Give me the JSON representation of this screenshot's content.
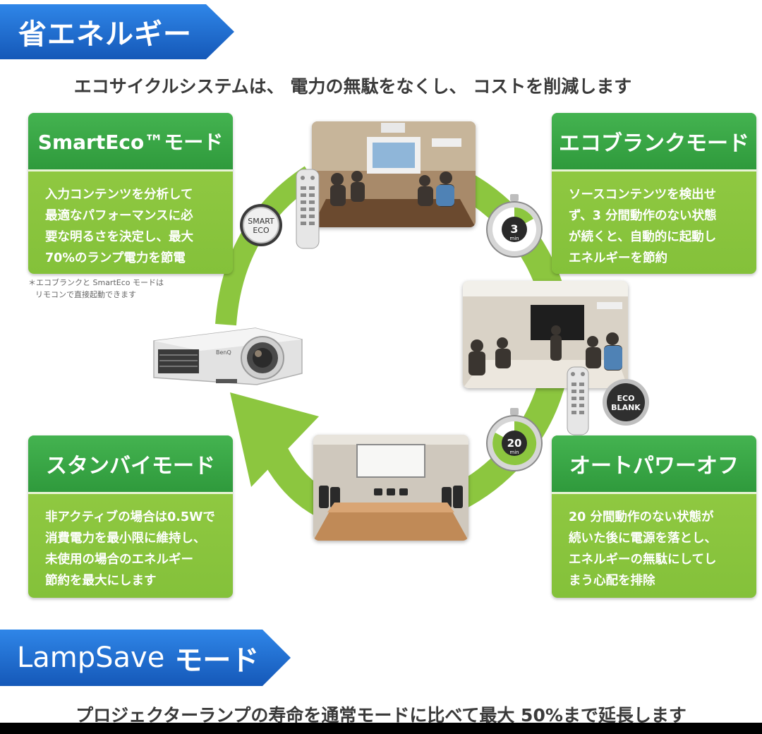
{
  "header": {
    "title": "省エネルギー"
  },
  "intro": "エコサイクルシステムは、 電力の無駄をなくし、 コストを削減します",
  "cards": {
    "smarteco": {
      "title": "SmartEco™モード",
      "body": [
        "入力コンテンツを分析して",
        "最適なパフォーマンスに必",
        "要な明るさを決定し、最大",
        "70%のランプ電力を節電"
      ]
    },
    "ecoblank": {
      "title": "エコブランクモード",
      "body": [
        "ソースコンテンツを検出せ",
        "ず、3 分間動作のない状態",
        "が続くと、自動的に起動し",
        "エネルギーを節約"
      ]
    },
    "standby": {
      "title": "スタンバイモード",
      "body": [
        "非アクティブの場合は0.5Wで",
        "消費電力を最小限に維持し、",
        "未使用の場合のエネルギー",
        "節約を最大にします"
      ]
    },
    "autopoweroff": {
      "title": "オートパワーオフ",
      "body": [
        "20 分間動作のない状態が",
        "続いた後に電源を落とし、",
        "エネルギーの無駄にしてし",
        "まう心配を排除"
      ]
    }
  },
  "note": [
    "＊エコブランクと SmartEco モードは",
    "リモコンで直接起動できます"
  ],
  "timers": {
    "three": {
      "value": "3",
      "unit": "min"
    },
    "twenty": {
      "value": "20",
      "unit": "min"
    }
  },
  "badges": {
    "smart_eco": [
      "SMART",
      "ECO"
    ],
    "eco_blank": [
      "ECO",
      "BLANK"
    ]
  },
  "projector_brand": "BenQ",
  "lampsave": {
    "title_en": "LampSave",
    "title_jp": "モード"
  },
  "lampsave_desc": "プロジェクターランプの寿命を通常モードに比べて最大 50%まで延長します",
  "colors": {
    "banner": "#1f6fd0",
    "card": "#8cc63f",
    "card_header": "#39a845",
    "cycle_arrow": "#8cc63f"
  }
}
